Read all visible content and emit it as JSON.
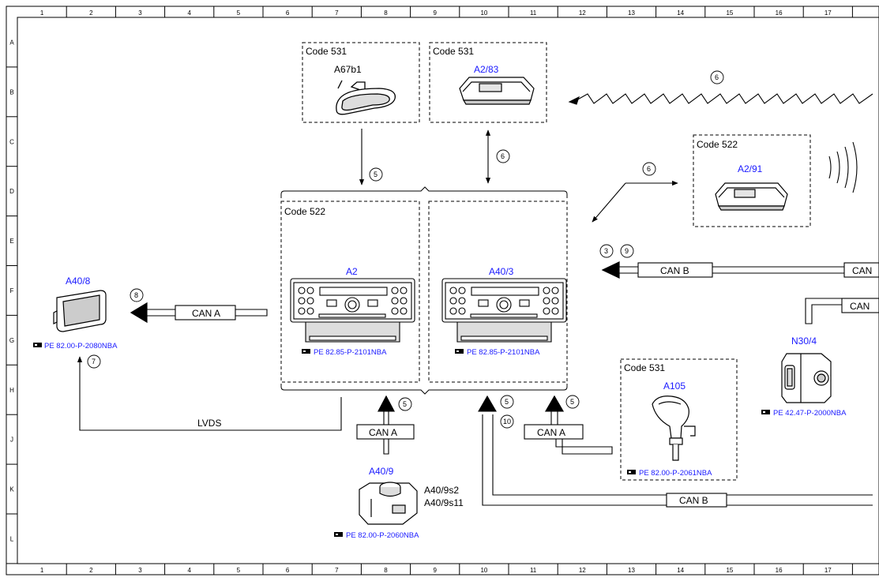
{
  "grid": {
    "columns": [
      "1",
      "2",
      "3",
      "4",
      "5",
      "6",
      "7",
      "8",
      "9",
      "10",
      "11",
      "12",
      "13",
      "14",
      "15",
      "16",
      "17"
    ],
    "rows": [
      "A",
      "B",
      "C",
      "D",
      "E",
      "F",
      "G",
      "H",
      "J",
      "K",
      "L"
    ]
  },
  "codes": {
    "code531_left": "Code 531",
    "code531_mid": "Code 531",
    "code522_right": "Code 522",
    "code522_main": "Code 522",
    "code531_bottom": "Code 531"
  },
  "components": {
    "a67b1": "A67b1",
    "a2_83": "A2/83",
    "a2_91": "A2/91",
    "a2": "A2",
    "a40_3": "A40/3",
    "a40_8": "A40/8",
    "a105": "A105",
    "n30_4": "N30/4",
    "a40_9": "A40/9",
    "a40_9s2": "A40/9s2",
    "a40_9s11": "A40/9s11"
  },
  "references": {
    "a40_8_ref": "PE 82.00-P-2080NBA",
    "a2_ref": "PE 82.85-P-2101NBA",
    "a40_3_ref": "PE 82.85-P-2101NBA",
    "a105_ref": "PE 82.00-P-2061NBA",
    "n30_4_ref": "PE 42.47-P-2000NBA",
    "a40_9_ref": "PE 82.00-P-2060NBA"
  },
  "buses": {
    "can_a_left": "CAN A",
    "can_b_top": "CAN B",
    "can_top_right_cut": "CAN",
    "can_mid_right_cut": "CAN",
    "can_a_bottom_left": "CAN A",
    "can_a_bottom_right": "CAN A",
    "can_b_bottom": "CAN B",
    "lvds": "LVDS"
  },
  "markers": {
    "m6_top": "6",
    "m6_mid": "6",
    "m6_right": "6",
    "m5_top": "5",
    "m3": "3",
    "m9": "9",
    "m8": "8",
    "m7": "7",
    "m5_a": "5",
    "m5_b": "5",
    "m10": "10",
    "m5_c": "5"
  },
  "colors": {
    "line": "#000000",
    "component_label": "#1a1aff",
    "background": "#ffffff"
  }
}
